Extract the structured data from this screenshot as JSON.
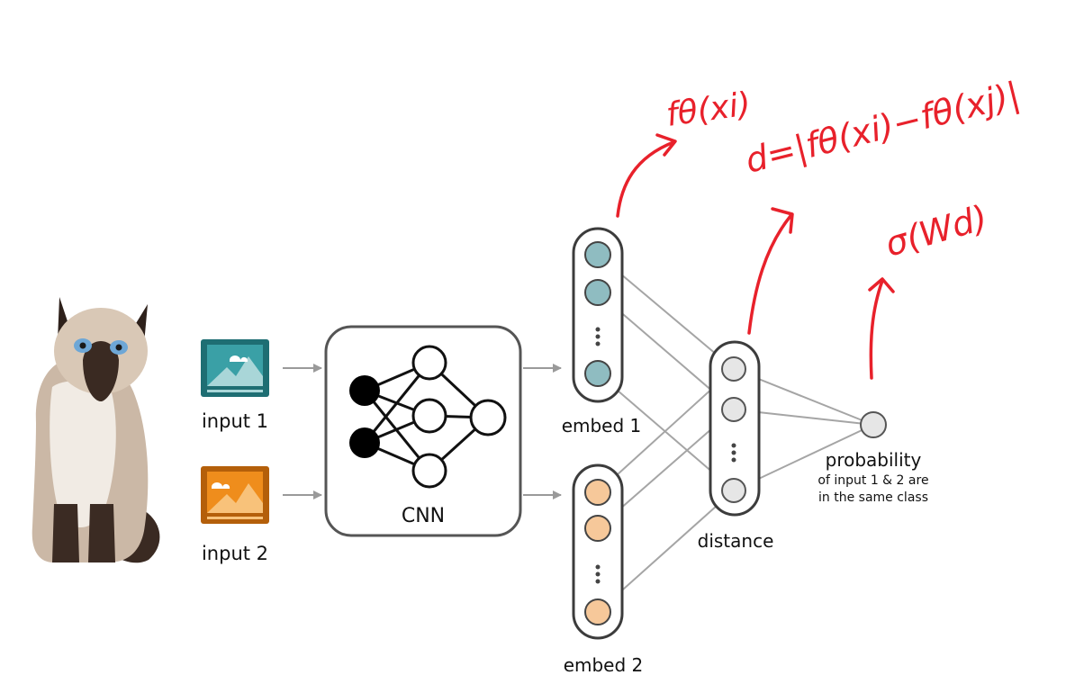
{
  "labels": {
    "input1": "input 1",
    "input2": "input 2",
    "cnn": "CNN",
    "embed1": "embed 1",
    "embed2": "embed 2",
    "distance": "distance",
    "probability": "probability",
    "probability_line1": "of input 1 & 2 are",
    "probability_line2": "in the same class"
  },
  "annotations": {
    "embedding_formula": "fθ(xi)",
    "distance_formula": "d=|fθ(xi)−fθ(xj)|",
    "output_formula": "σ(Wd)"
  },
  "colors": {
    "input1_icon": "#1e6e73",
    "input2_icon": "#e07e10",
    "embed1_node": "#8fbcc1",
    "embed2_node": "#f6c89a",
    "distance_node": "#e6e6e6",
    "annotation": "#e8212b",
    "connection": "#a5a5a5",
    "outline": "#4a4a4a"
  },
  "icons": {
    "photo": "cat-photo",
    "input1": "image-icon",
    "input2": "image-icon"
  }
}
